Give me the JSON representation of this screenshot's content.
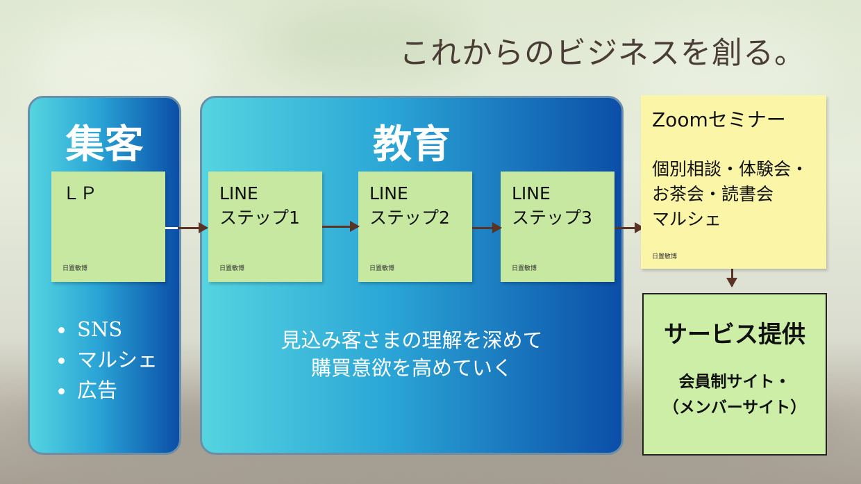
{
  "title": "これからのビジネスを創る。",
  "panels": {
    "acquisition": {
      "title": "集客",
      "note": {
        "text": "ＬＰ",
        "author": "日置敏博"
      },
      "bullets": [
        "SNS",
        "マルシェ",
        "広告"
      ]
    },
    "education": {
      "title": "教育",
      "notes": [
        {
          "text": "LINE\nステップ1",
          "author": "日置敏博"
        },
        {
          "text": "LINE\nステップ2",
          "author": "日置敏博"
        },
        {
          "text": "LINE\nステップ3",
          "author": "日置敏博"
        }
      ],
      "description_line1": "見込み客さまの理解を深めて",
      "description_line2": "購買意欲を高めていく"
    }
  },
  "zoom_note": {
    "heading": "Zoomセミナー",
    "body": "個別相談・体験会・\nお茶会・読書会\nマルシェ",
    "author": "日置敏博"
  },
  "service": {
    "title": "サービス提供",
    "body": "会員制サイト・\n（メンバーサイト）"
  },
  "colors": {
    "panel_gradient_start": "#55d4e0",
    "panel_gradient_end": "#0b4ea8",
    "note_green": "#c6e8a0",
    "note_yellow": "#fbf5a8",
    "arrow": "#5a3324",
    "title_text": "#4a3d35"
  }
}
